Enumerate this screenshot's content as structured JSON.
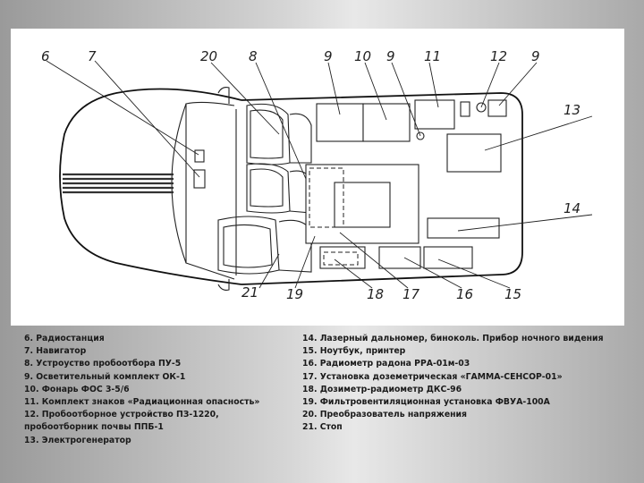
{
  "callouts": [
    "6",
    "7",
    "20",
    "8",
    "9",
    "10",
    "9",
    "11",
    "12",
    "9",
    "13",
    "14",
    "21",
    "19",
    "18",
    "17",
    "16",
    "15"
  ],
  "legend_left": [
    "6. Радиостанция",
    "7. Навигатор",
    "8. Устроуство пробоотбора ПУ-5",
    "9. Осветительный комплект ОК-1",
    "10. Фонарь ФОС 3-5/6",
    "11. Комплект знаков «Радиационная опасность»",
    "12. Пробоотборное устройство ПЗ-1220,",
    "пробоотборник почвы ППБ-1",
    "13. Электрогенератор"
  ],
  "legend_right": [
    "14. Лазерный дальномер, биноколь. Прибор ночного видения",
    "15. Ноутбук, принтер",
    "16. Радиометр радона РРА-01м-03",
    "17. Установка доземетрическая «ГАММА-СЕНСОР-01»",
    "18. Дозиметр-радиометр ДКС-96",
    "19. Фильтровентиляционная установка ФВУА-100А",
    "20. Преобразователь напряжения",
    "21. Стоп"
  ]
}
